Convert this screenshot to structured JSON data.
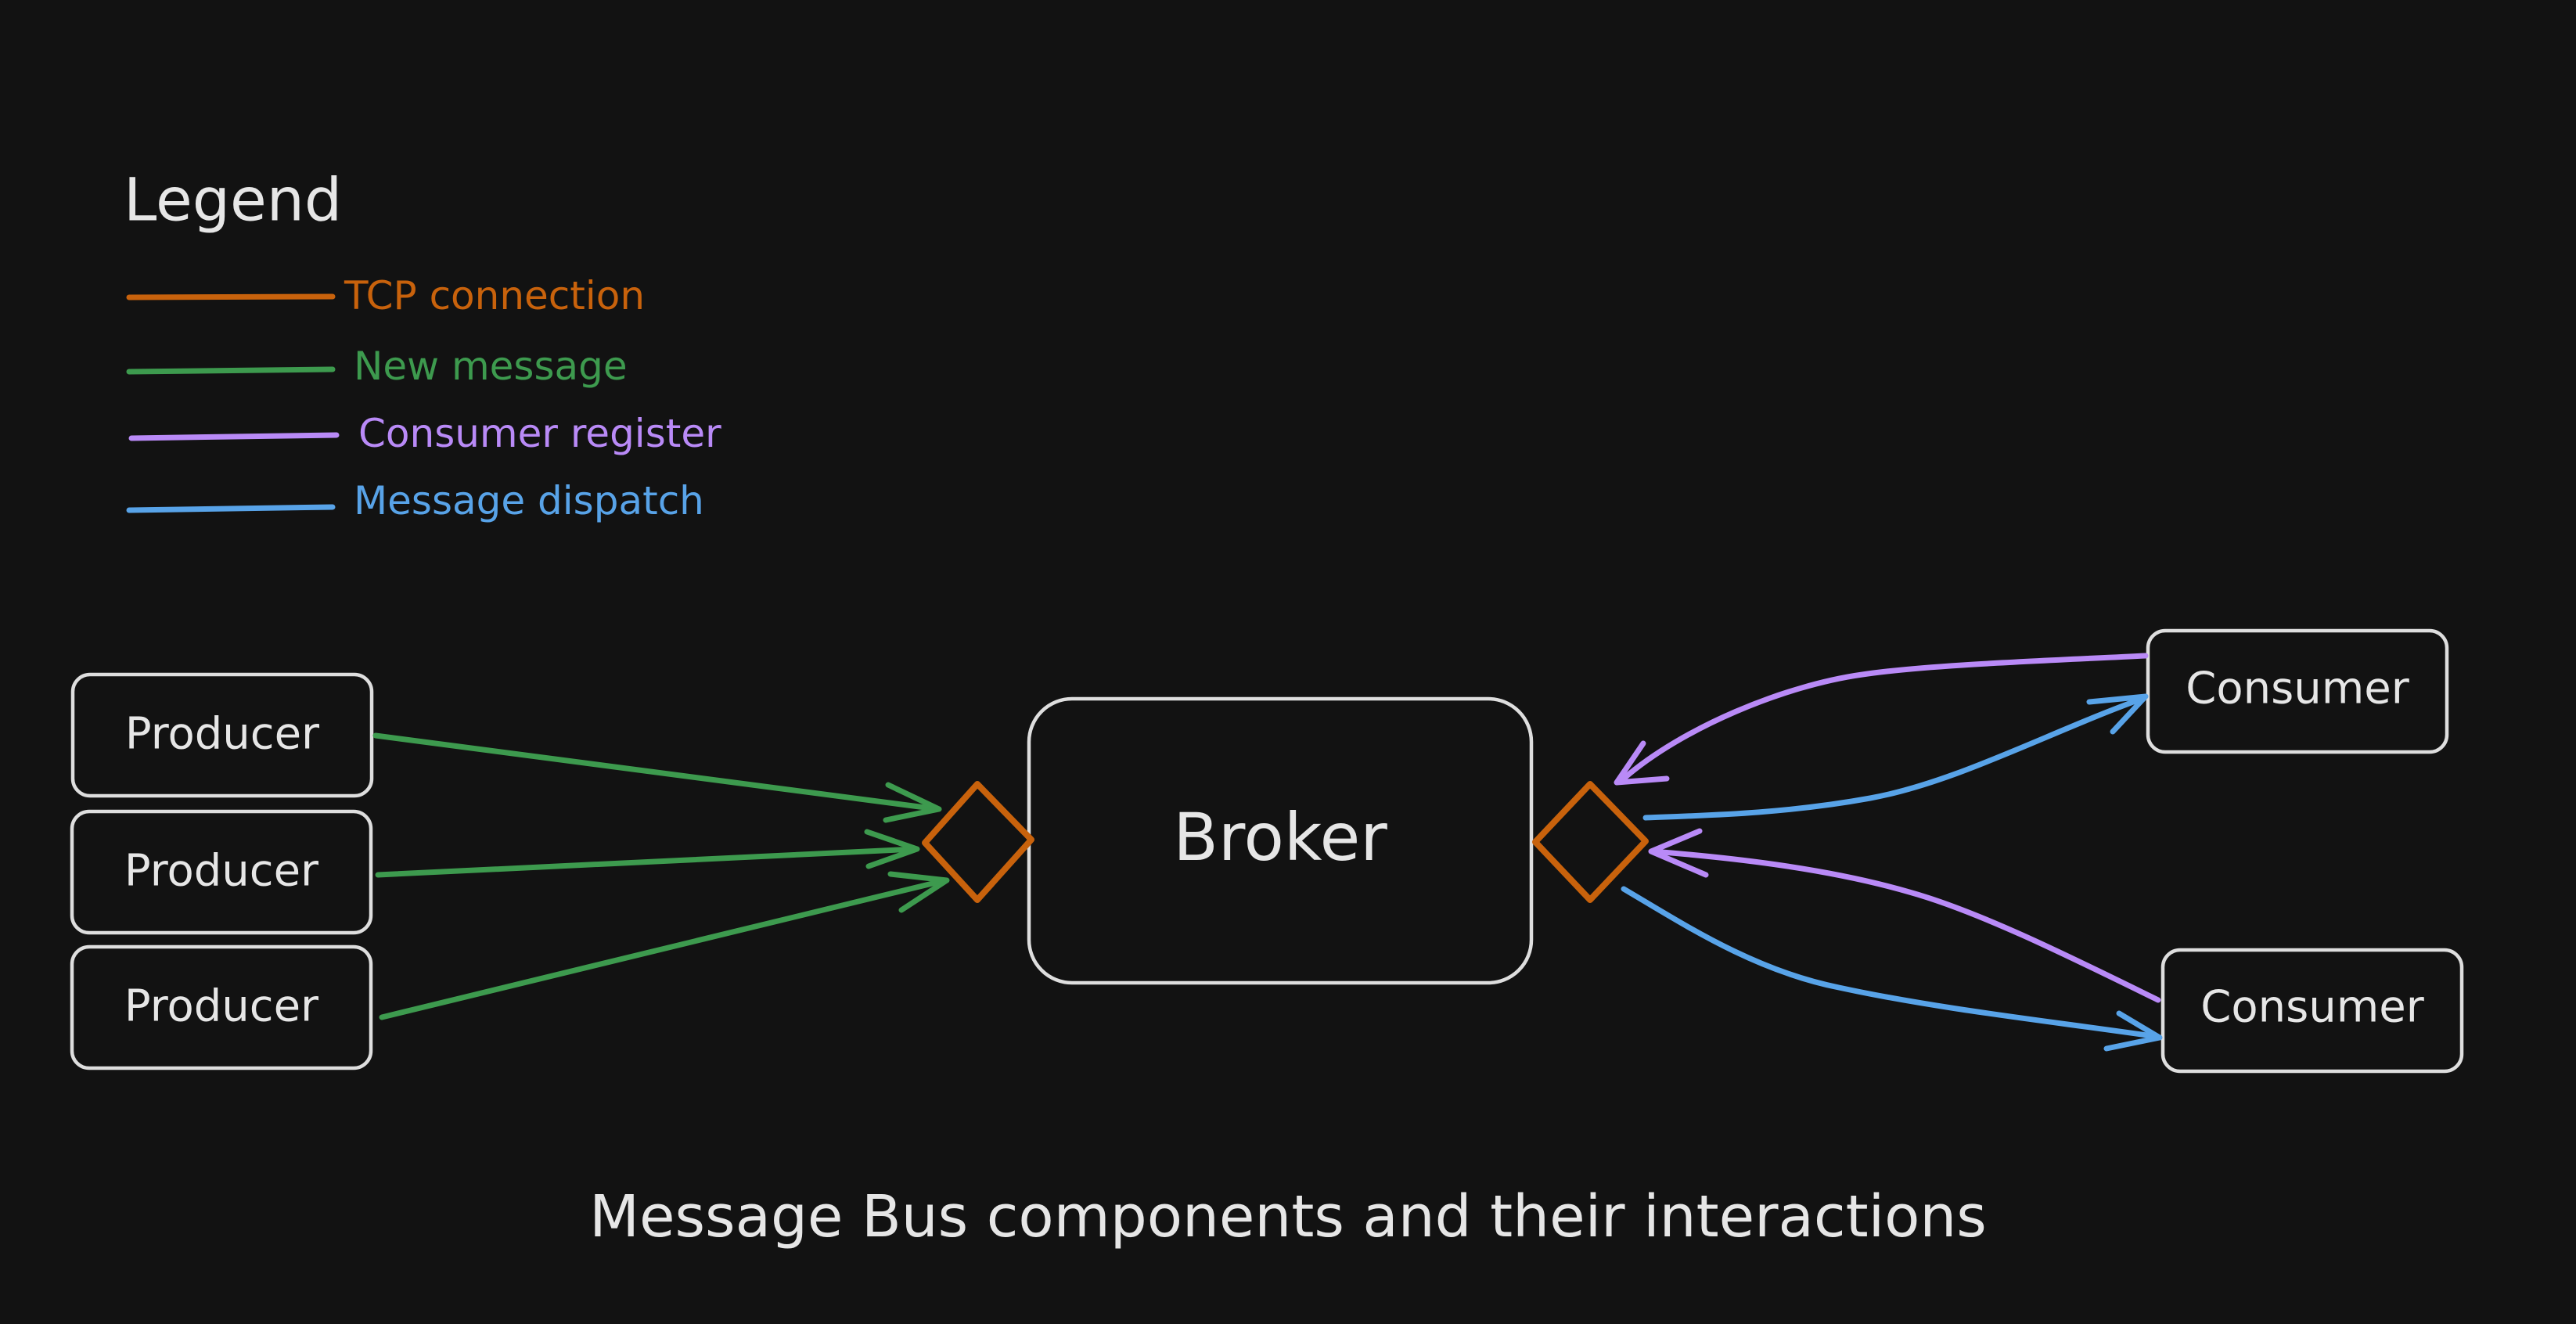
{
  "legend": {
    "title": "Legend",
    "items": [
      {
        "label": "TCP connection",
        "color": "#c8620c"
      },
      {
        "label": "New message",
        "color": "#3d9a4e"
      },
      {
        "label": "Consumer register",
        "color": "#b98af7"
      },
      {
        "label": "Message dispatch",
        "color": "#58a3e8"
      }
    ]
  },
  "nodes": {
    "producers": [
      "Producer",
      "Producer",
      "Producer"
    ],
    "broker": "Broker",
    "consumers": [
      "Consumer",
      "Consumer"
    ]
  },
  "colors": {
    "background": "#121212",
    "node_stroke": "#dedede",
    "text": "#e6e6e6",
    "tcp": "#c8620c",
    "new_message": "#3d9a4e",
    "consumer_register": "#b98af7",
    "message_dispatch": "#58a3e8"
  },
  "caption": "Message Bus components and their interactions"
}
